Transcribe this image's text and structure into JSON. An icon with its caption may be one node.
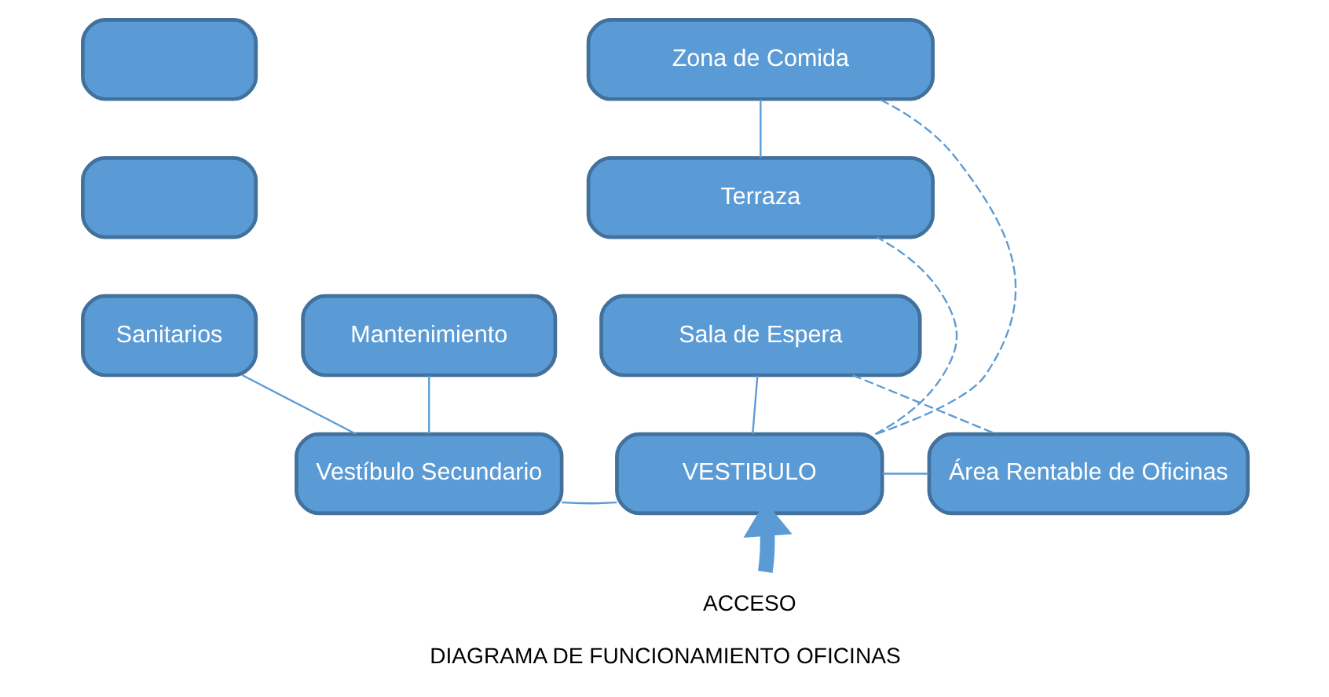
{
  "diagram": {
    "caption": "DIAGRAMA DE FUNCIONAMIENTO OFICINAS",
    "nodes": [
      {
        "text": [],
        "shape": "box"
      },
      {
        "text": [],
        "shape": "box"
      },
      {
        "text": [
          "Zona de Comida"
        ]
      },
      {
        "text": [
          "Terraza"
        ]
      },
      {
        "text": [
          "Sanitarios"
        ]
      },
      {
        "text": [
          "Mantenimiento"
        ]
      },
      {
        "text": [
          "Sala de Espera"
        ]
      },
      {
        "text": [
          "Vestíbulo Secundario"
        ]
      },
      {
        "text": [
          "VESTIBULO"
        ]
      },
      {
        "text": [
          "Área Rentable de Oficinas"
        ]
      },
      {
        "text": [
          "ACCESO"
        ]
      }
    ],
    "edges": [
      {
        "from": 2,
        "to": 3,
        "arrow": "none"
      },
      {
        "from": 8,
        "to": 2,
        "arrow": "none",
        "style": "dashed"
      },
      {
        "from": 8,
        "to": 3,
        "arrow": "none",
        "style": "dashed"
      },
      {
        "from": 6,
        "to": 8,
        "arrow": "none"
      },
      {
        "from": 6,
        "to": 9,
        "arrow": "none",
        "style": "dashed"
      },
      {
        "from": 4,
        "to": 7,
        "arrow": "none"
      },
      {
        "from": 5,
        "to": 7,
        "arrow": "none"
      },
      {
        "from": 7,
        "to": 8,
        "arrow": "none"
      },
      {
        "from": 8,
        "to": 9,
        "arrow": "none"
      },
      {
        "from": 10,
        "to": 8,
        "arrow": "to",
        "style": "thick"
      }
    ]
  }
}
